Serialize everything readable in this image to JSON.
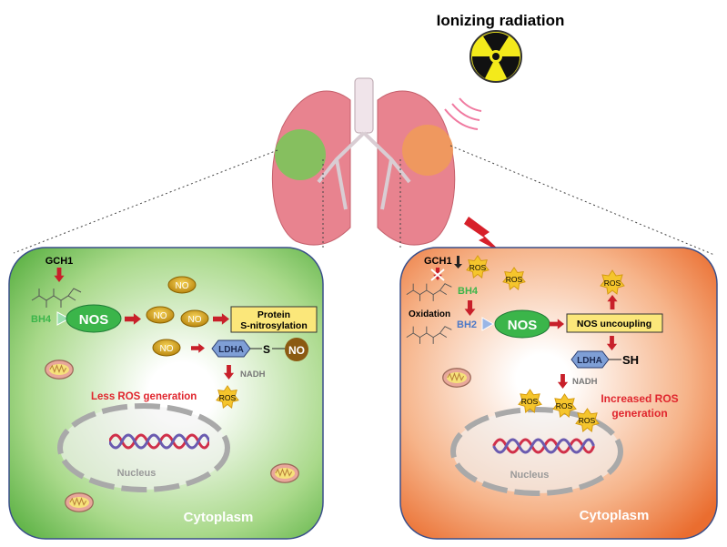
{
  "title": "Ionizing radiation",
  "left_panel": {
    "gch1": "GCH1",
    "bh4": "BH4",
    "nos": "NOS",
    "no": "NO",
    "protein_box": [
      "Protein",
      "S-nitrosylation"
    ],
    "ldha": "LDHA",
    "s": "S",
    "nadh": "NADH",
    "less_ros": "Less ROS generation",
    "ros": "ROS",
    "nucleus": "Nucleus",
    "cytoplasm": "Cytoplasm"
  },
  "right_panel": {
    "gch1": "GCH1",
    "ros": "ROS",
    "bh4": "BH4",
    "oxidation": "Oxidation",
    "bh2": "BH2",
    "nos": "NOS",
    "uncoupling": "NOS uncoupling",
    "ldha": "LDHA",
    "sh": "SH",
    "nadh": "NADH",
    "increased_ros": [
      "Increased ROS",
      "generation"
    ],
    "nucleus": "Nucleus",
    "cytoplasm": "Cytoplasm"
  },
  "colors": {
    "green": "#3bb54a",
    "orange": "#f08a4b",
    "arrow": "#c8202a",
    "text_red": "#e0262e",
    "ldha": "#7f9fd6",
    "box": "#fbe77a"
  }
}
